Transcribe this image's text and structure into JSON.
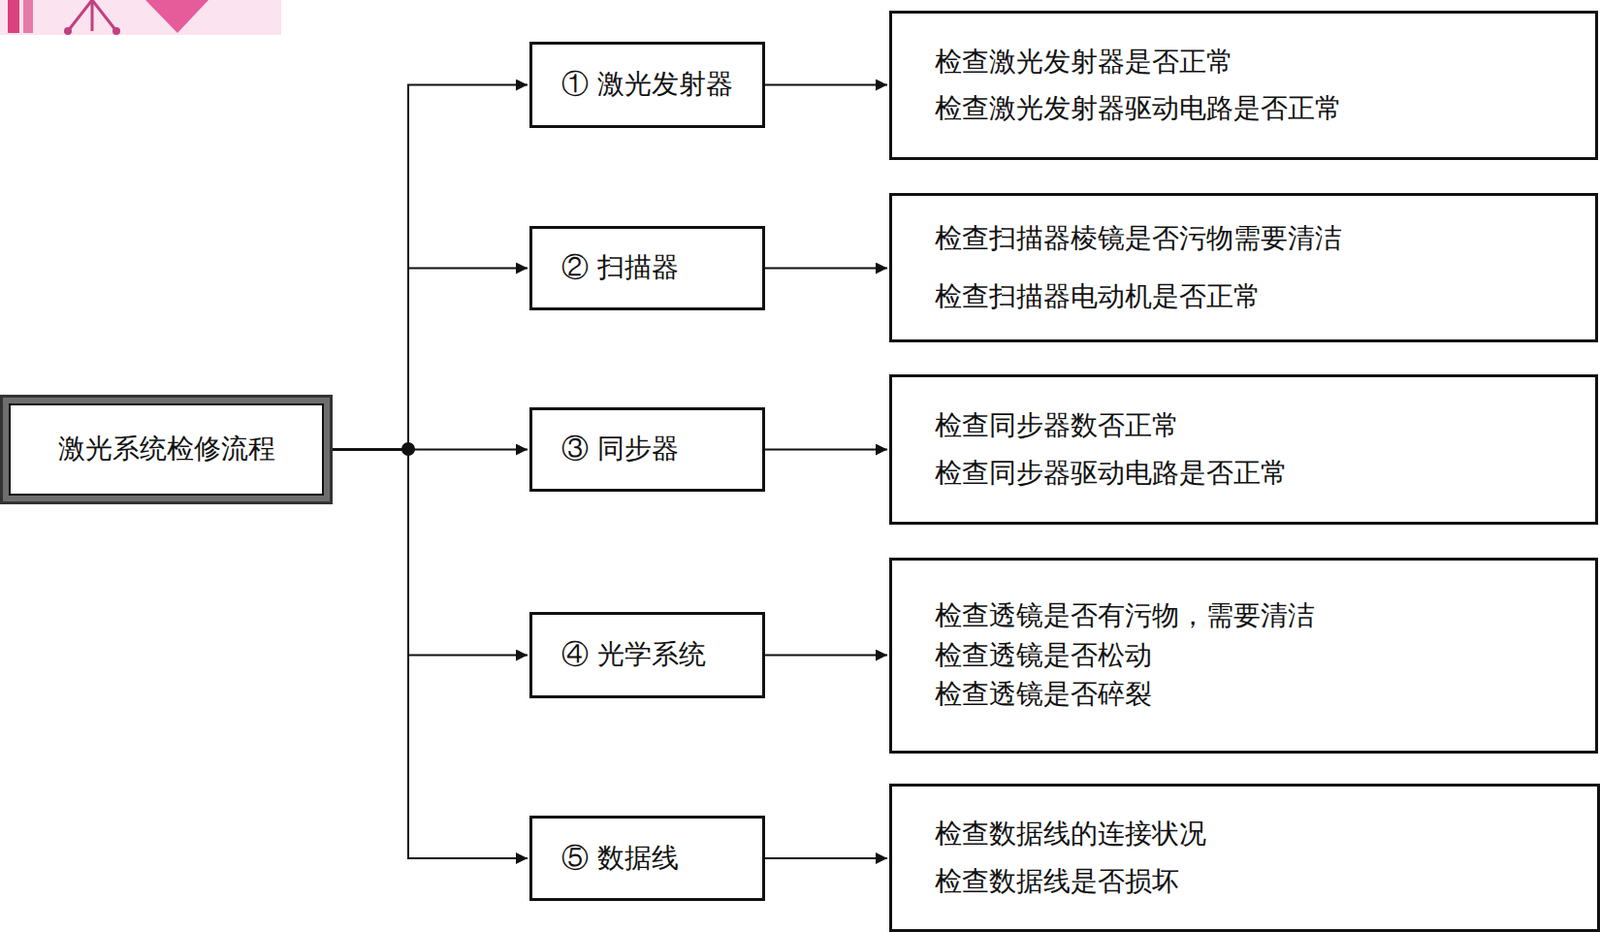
{
  "diagram": {
    "nodes": [
      {
        "text": [
          "激光系统检修流程"
        ]
      },
      {
        "text": [
          "① 激光发射器"
        ]
      },
      {
        "text": [
          "② 扫描器"
        ]
      },
      {
        "text": [
          "③ 同步器"
        ]
      },
      {
        "text": [
          "④ 光学系统"
        ]
      },
      {
        "text": [
          "⑤ 数据线"
        ]
      },
      {
        "text": [
          "检查激光发射器是否正常",
          "检查激光发射器驱动电路是否正常"
        ]
      },
      {
        "text": [
          "检查扫描器棱镜是否污物需要清洁",
          "检查扫描器电动机是否正常"
        ]
      },
      {
        "text": [
          "检查同步器数否正常",
          "检查同步器驱动电路是否正常"
        ]
      },
      {
        "text": [
          "检查透镜是否有污物，需要清洁",
          "检查透镜是否松动",
          "检查透镜是否碎裂"
        ]
      },
      {
        "text": [
          "检查数据线的连接状况",
          "检查数据线是否损坏"
        ]
      }
    ],
    "edges": [
      {
        "from": 0,
        "to": 1,
        "arrow": "to"
      },
      {
        "from": 0,
        "to": 2,
        "arrow": "to"
      },
      {
        "from": 0,
        "to": 3,
        "arrow": "to"
      },
      {
        "from": 0,
        "to": 4,
        "arrow": "to"
      },
      {
        "from": 0,
        "to": 5,
        "arrow": "to"
      },
      {
        "from": 1,
        "to": 6,
        "arrow": "to"
      },
      {
        "from": 2,
        "to": 7,
        "arrow": "to"
      },
      {
        "from": 3,
        "to": 8,
        "arrow": "to"
      },
      {
        "from": 4,
        "to": 9,
        "arrow": "to"
      },
      {
        "from": 5,
        "to": 10,
        "arrow": "to"
      }
    ]
  }
}
